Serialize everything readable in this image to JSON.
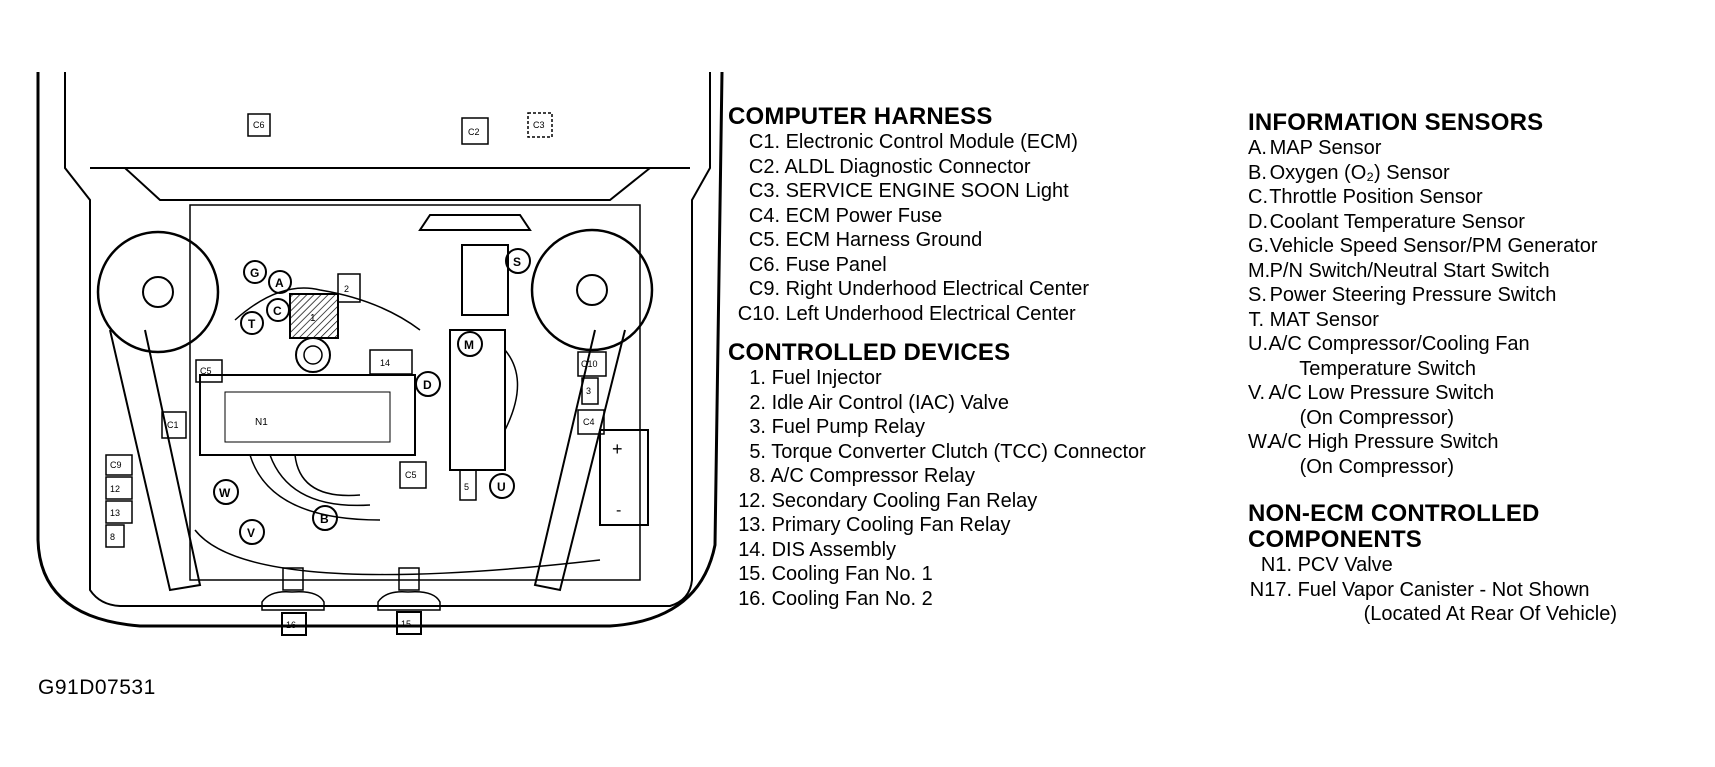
{
  "figure_code": "G91D07531",
  "diagram_labels": {
    "c6": "C6",
    "c2": "C2",
    "c3": "C3",
    "c5a": "C5",
    "c5b": "C5",
    "c1": "C1",
    "c9": "C9",
    "c10": "C10",
    "c4": "C4",
    "n12": "12",
    "n13": "13",
    "n8": "8",
    "n16": "16",
    "n15": "15",
    "n14": "14",
    "n1": "1",
    "n2": "2",
    "n3": "3",
    "n5": "5",
    "n1box": "N1",
    "g": "G",
    "a": "A",
    "c": "C",
    "t": "T",
    "s": "S",
    "m": "M",
    "d": "D",
    "u": "U",
    "w": "W",
    "b": "B",
    "v": "V",
    "plus": "+",
    "minus": "-"
  },
  "computer_harness": {
    "title": "COMPUTER HARNESS",
    "items": [
      {
        "key": "C1.",
        "text": "Electronic Control Module (ECM)"
      },
      {
        "key": "C2.",
        "text": "ALDL Diagnostic Connector"
      },
      {
        "key": "C3.",
        "text": "SERVICE ENGINE SOON Light"
      },
      {
        "key": "C4.",
        "text": "ECM Power Fuse"
      },
      {
        "key": "C5.",
        "text": "ECM Harness Ground"
      },
      {
        "key": "C6.",
        "text": "Fuse Panel"
      },
      {
        "key": "C9.",
        "text": "Right Underhood Electrical Center"
      },
      {
        "key": "C10.",
        "text": "Left Underhood Electrical Center"
      }
    ]
  },
  "controlled_devices": {
    "title": "CONTROLLED DEVICES",
    "items": [
      {
        "key": "1.",
        "text": "Fuel Injector"
      },
      {
        "key": "2.",
        "text": "Idle Air Control (IAC) Valve"
      },
      {
        "key": "3.",
        "text": "Fuel Pump Relay"
      },
      {
        "key": "5.",
        "text": "Torque Converter Clutch (TCC) Connector"
      },
      {
        "key": "8.",
        "text": "A/C Compressor Relay"
      },
      {
        "key": "12.",
        "text": "Secondary Cooling Fan Relay"
      },
      {
        "key": "13.",
        "text": "Primary Cooling Fan Relay"
      },
      {
        "key": "14.",
        "text": "DIS Assembly"
      },
      {
        "key": "15.",
        "text": "Cooling Fan No. 1"
      },
      {
        "key": "16.",
        "text": "Cooling Fan No. 2"
      }
    ]
  },
  "information_sensors": {
    "title": "INFORMATION SENSORS",
    "items": [
      {
        "key": "A.",
        "text": "MAP Sensor"
      },
      {
        "key": "B.",
        "text": "Oxygen (O₂) Sensor"
      },
      {
        "key": "C.",
        "text": "Throttle Position Sensor"
      },
      {
        "key": "D.",
        "text": "Coolant Temperature Sensor"
      },
      {
        "key": "G.",
        "text": "Vehicle Speed Sensor/PM Generator"
      },
      {
        "key": "M.",
        "text": "P/N Switch/Neutral Start Switch"
      },
      {
        "key": "S.",
        "text": "Power Steering Pressure Switch"
      },
      {
        "key": "T.",
        "text": "MAT Sensor"
      },
      {
        "key": "U.",
        "text": "A/C Compressor/Cooling Fan"
      },
      {
        "key": "",
        "text": "Temperature Switch"
      },
      {
        "key": "V.",
        "text": "A/C Low Pressure Switch"
      },
      {
        "key": "",
        "text": "(On Compressor)"
      },
      {
        "key": "W.",
        "text": "A/C High Pressure Switch"
      },
      {
        "key": "",
        "text": "(On Compressor)"
      }
    ]
  },
  "non_ecm": {
    "title_line1": "NON-ECM CONTROLLED",
    "title_line2": "COMPONENTS",
    "items": [
      {
        "key": "N1.",
        "text": "PCV Valve"
      },
      {
        "key": "N17.",
        "text": "Fuel Vapor Canister  -  Not Shown"
      },
      {
        "key": "",
        "text": "(Located At Rear Of Vehicle)"
      }
    ]
  }
}
